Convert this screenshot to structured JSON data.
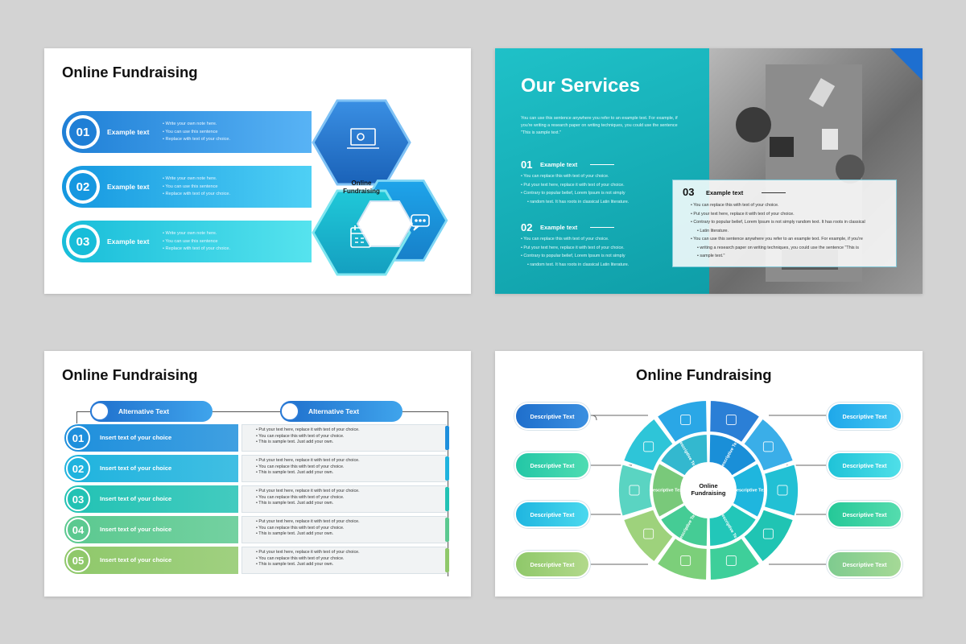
{
  "slide1": {
    "title": "Online Fundraising",
    "center_label_line1": "Online",
    "center_label_line2": "Fundraising",
    "rows": [
      {
        "num": "01",
        "label": "Example text",
        "notes": [
          "Write your own note here.",
          "You can use this sentence",
          "Replace with text of your choice."
        ],
        "color_from": "#1f7fd6",
        "color_to": "#58b3f5"
      },
      {
        "num": "02",
        "label": "Example text",
        "notes": [
          "Write your own note here.",
          "You can use this sentence",
          "Replace with text of your choice."
        ],
        "color_from": "#1597e0",
        "color_to": "#4ed0f5"
      },
      {
        "num": "03",
        "label": "Example text",
        "notes": [
          "Write your own note here.",
          "You can use this sentence",
          "Replace with text of your choice."
        ],
        "color_from": "#18bdd9",
        "color_to": "#56e3ee"
      }
    ],
    "icons": [
      "laptop-icon",
      "chat-bubbles-icon",
      "calendar-icon"
    ]
  },
  "slide2": {
    "title": "Our Services",
    "intro": [
      "You can use this sentence anywhere you refer to an example text. For example, if",
      "you're writing a research paper on writing techniques, you could use the sentence",
      "\"This is sample text.\""
    ],
    "section1": {
      "num": "01",
      "label": "Example text",
      "items": [
        "You can replace this with text of your choice.",
        "Put your text here, replace it with text of your choice.",
        "Contrary to popular belief, Lorem Ipsum is not simply",
        "random text. It has roots in classical Latin literature."
      ]
    },
    "section2": {
      "num": "02",
      "label": "Example text",
      "items": [
        "You can replace this with text of your choice.",
        "Put your text here, replace it with text of your choice.",
        "Contrary to popular belief, Lorem Ipsum is not simply",
        "random text. It has roots in classical Latin literature."
      ]
    },
    "section3": {
      "num": "03",
      "label": "Example text",
      "items": [
        "You can replace this with text of your choice.",
        "Put your text here, replace it with text of your choice.",
        "Contrary to popular belief, Lorem Ipsum is not simply random text. It has roots in classical",
        "Latin literature.",
        "You can use this sentence anywhere you refer to an example text. For example, if you're",
        "writing a research paper on writing techniques, you could use the sentence \"This is",
        "sample text.\""
      ]
    }
  },
  "slide3": {
    "title": "Online Fundraising",
    "alt_left": "Alternative Text",
    "alt_right": "Alternative Text",
    "rows": [
      {
        "num": "01",
        "text": "Insert text of your choice",
        "color": "#1e8fdc",
        "notes": [
          "Put your text here, replace it with text of your choice.",
          "You can replace this with text of your choice.",
          "This is sample text. Just add your own."
        ]
      },
      {
        "num": "02",
        "text": "Insert text of your choice",
        "color": "#1fb3de",
        "notes": [
          "Put your text here, replace it with text of your choice.",
          "You can replace this with text of your choice.",
          "This is sample text. Just add your own."
        ]
      },
      {
        "num": "03",
        "text": "Insert text of your choice",
        "color": "#22c2b4",
        "notes": [
          "Put your text here, replace it with text of your choice.",
          "You can replace this with text of your choice.",
          "This is sample text. Just add your own."
        ]
      },
      {
        "num": "04",
        "text": "Insert text of your choice",
        "color": "#5bc990",
        "notes": [
          "Put your text here, replace it with text of your choice.",
          "You can replace this with text of your choice.",
          "This is sample text. Just add your own."
        ]
      },
      {
        "num": "05",
        "text": "Insert text of your choice",
        "color": "#8fc86a",
        "notes": [
          "Put your text here, replace it with text of your choice.",
          "You can replace this with text of your choice.",
          "This is sample text. Just add your own."
        ]
      }
    ]
  },
  "slide4": {
    "title": "Online Fundraising",
    "center_line1": "Online",
    "center_line2": "Fundraising",
    "pills": [
      "Descriptive Text",
      "Descriptive Text",
      "Descriptive Text",
      "Descriptive Text",
      "Descriptive Text",
      "Descriptive Text",
      "Descriptive Text",
      "Descriptive Text"
    ],
    "inner_labels": [
      "Descriptive Text",
      "Descriptive Text",
      "Descriptive Text",
      "Descriptive Text",
      "Descriptive Text",
      "Descriptive Text"
    ]
  }
}
